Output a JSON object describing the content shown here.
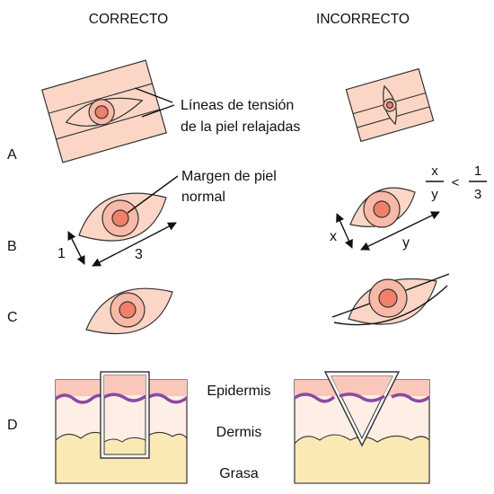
{
  "headers": {
    "correct": "CORRECTO",
    "incorrect": "INCORRECTO"
  },
  "rows": {
    "a": "A",
    "b": "B",
    "c": "C",
    "d": "D"
  },
  "annotations": {
    "tension_lines_1": "Líneas de tensión",
    "tension_lines_2": "de la piel relajadas",
    "margin_1": "Margen de piel",
    "margin_2": "normal"
  },
  "dimensions": {
    "correct_short": "1",
    "correct_long": "3",
    "incorrect_short": "x",
    "incorrect_long": "y",
    "ratio_num_left": "x",
    "ratio_den_left": "y",
    "ratio_op": "<",
    "ratio_num_right": "1",
    "ratio_den_right": "3"
  },
  "layers": {
    "epidermis": "Epidermis",
    "dermis": "Dermis",
    "fat": "Grasa"
  },
  "colors": {
    "skin": "#fbd6c6",
    "lesion_outer": "#f8b9a8",
    "lesion_inner": "#f0806a",
    "epidermis_line": "#8b4aa0",
    "fat": "#fbe9b5",
    "dermis": "#fdeee6"
  }
}
